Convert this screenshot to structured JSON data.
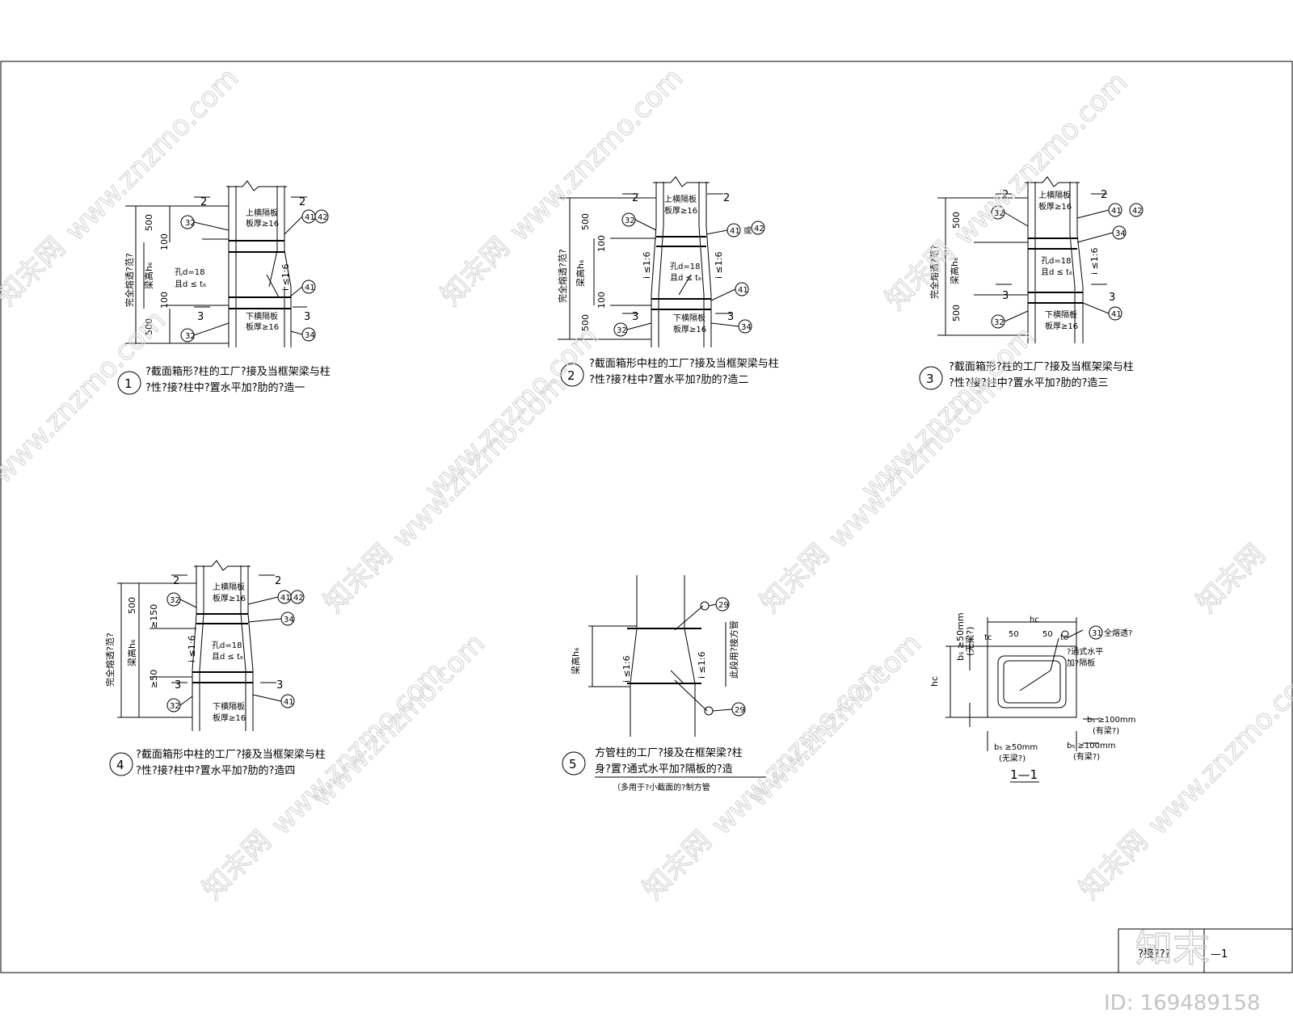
{
  "details": [
    {
      "num": "1",
      "cap1": "?截面箱形?柱的工厂?接及当框架梁与柱",
      "cap2": "?性?接?柱中?置水平加?肋的?造一"
    },
    {
      "num": "2",
      "cap1": "?截面箱形中柱的工厂?接及当框架梁与柱",
      "cap2": "?性?接?柱中?置水平加?肋的?造二"
    },
    {
      "num": "3",
      "cap1": "?截面箱形?柱的工厂?接及当框架梁与柱",
      "cap2": "?性?接?柱中?置水平加?肋的?造三"
    },
    {
      "num": "4",
      "cap1": "?截面箱形中柱的工厂?接及当框架梁与柱",
      "cap2": "?性?接?柱中?置水平加?肋的?造四"
    },
    {
      "num": "5",
      "cap1": "方管柱的工厂?接及在框架梁?柱",
      "cap2": "身?置?通式水平加?隔板的?造",
      "cap3": "（多用于?小截面的?制方管"
    }
  ],
  "labels": {
    "upper_plate": "上横隔板",
    "upper_thick": "板厚≥16",
    "lower_plate": "下横隔板",
    "lower_thick": "板厚≥16",
    "hole": "孔d=18",
    "hole_cond": "且d ≤ t₆",
    "full_pen": "完全熔透?范?",
    "beam_height": "梁高h₆",
    "dim_500": "500",
    "dim_100": "100",
    "dim_150": "≥150",
    "dim_50": "≥50",
    "slope": "i ≤1:6",
    "sec2": "2",
    "sec3": "3",
    "w32": "32",
    "w41": "41",
    "w42": "42",
    "w34": "34",
    "w29": "29",
    "w31": "31",
    "or": "或",
    "tb": "t₆",
    "field_splice": "此段用?接方管"
  },
  "section": {
    "title": "1—1",
    "hc": "hc",
    "tc": "tc",
    "d50": "50",
    "full_weld": "全熔透?",
    "through_plate_1": "?通式水平",
    "through_plate_2": "加?隔板",
    "bs50": "b₅ ≥50mm",
    "no_beam": "(无梁?)",
    "bs100": "b₅ ≥100mm",
    "has_beam": "(有梁?)"
  },
  "title_block": {
    "name": "?接???",
    "sheet": "—1"
  },
  "watermarks": {
    "site": "www.znzmo.com",
    "brand": "知末网",
    "logo": "知末",
    "id": "ID: 169489158"
  }
}
